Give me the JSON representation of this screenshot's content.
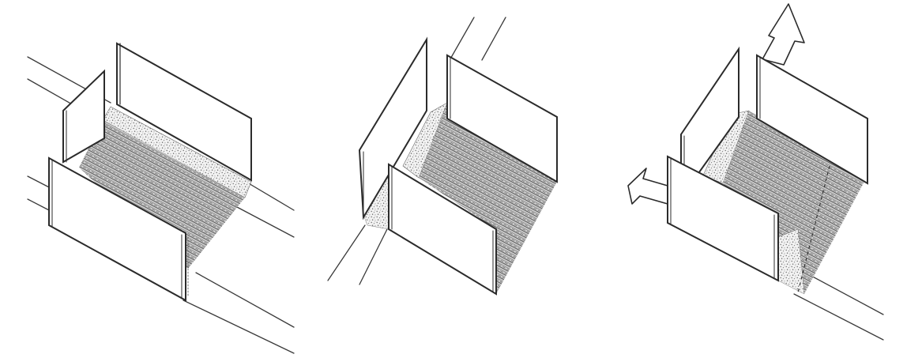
{
  "figure": {
    "panels": [
      {
        "id": "panel-1",
        "walls": 3,
        "arrows": 0
      },
      {
        "id": "panel-2",
        "walls": 3,
        "arrows": 0
      },
      {
        "id": "panel-3",
        "walls": 3,
        "arrows": 2
      }
    ]
  },
  "colors": {
    "ink": "#2b2b2b",
    "hatch": "#555555",
    "stipple": "#6a6a6a",
    "paper": "#ffffff"
  }
}
